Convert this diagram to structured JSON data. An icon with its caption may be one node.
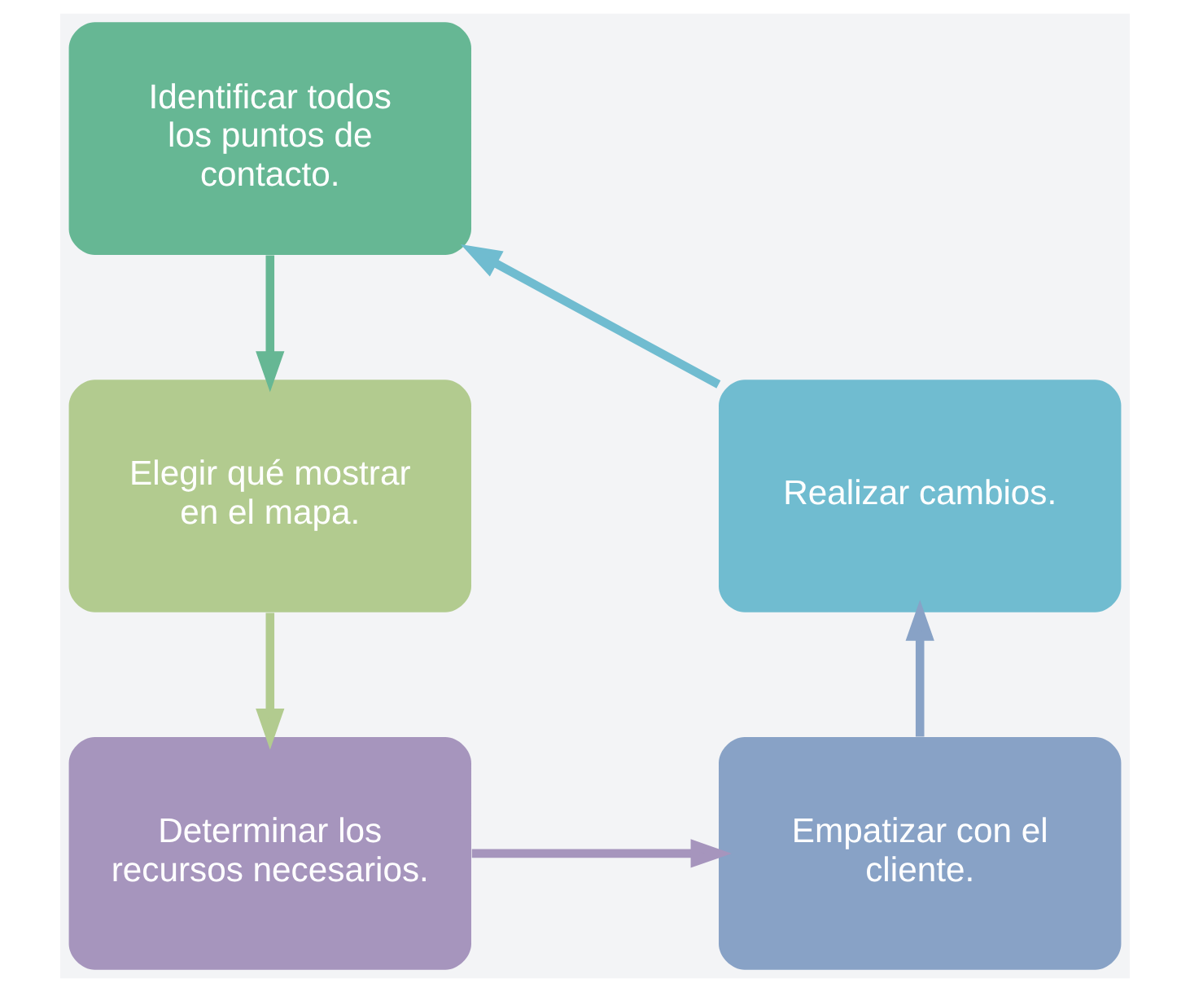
{
  "diagram": {
    "nodes": [
      {
        "text": [
          "Identificar todos los puntos de contacto."
        ]
      },
      {
        "text": [
          "Elegir qué mostrar en el mapa."
        ]
      },
      {
        "text": [
          "Determinar los recursos necesarios."
        ]
      },
      {
        "text": [
          "Empatizar con el cliente."
        ]
      },
      {
        "text": [
          "Realizar cambios."
        ]
      }
    ],
    "edges": [
      {
        "from": 0,
        "to": 1,
        "arrow": "to",
        "color": "#66b794"
      },
      {
        "from": 1,
        "to": 2,
        "arrow": "to",
        "color": "#b2cb8f"
      },
      {
        "from": 2,
        "to": 3,
        "arrow": "to",
        "color": "#a695bd"
      },
      {
        "from": 3,
        "to": 4,
        "arrow": "to",
        "color": "#88a2c6"
      },
      {
        "from": 4,
        "to": 0,
        "arrow": "to",
        "color": "#70bcd0"
      }
    ]
  }
}
